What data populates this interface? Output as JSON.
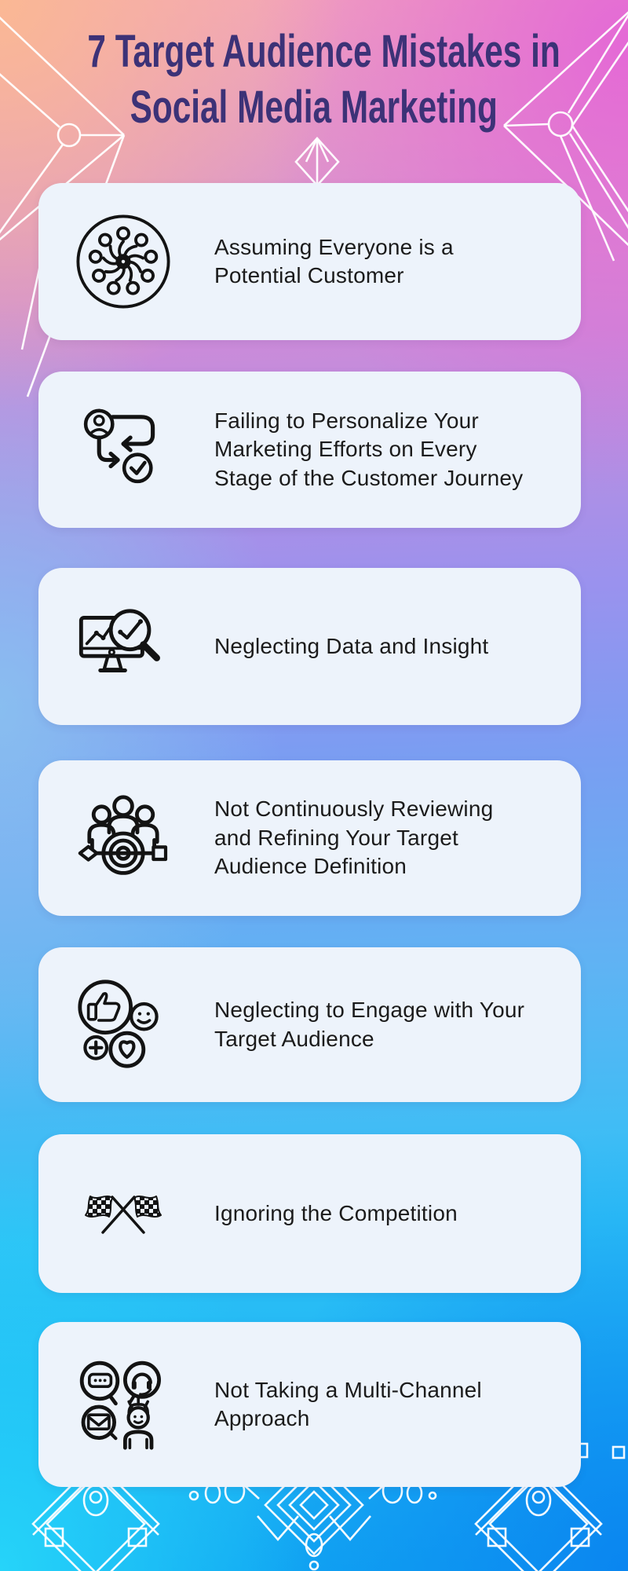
{
  "header": {
    "title_lines": [
      "7 Target Audience Mistakes in",
      "Social Media Marketing"
    ],
    "title_color": "#3c3277"
  },
  "cards": [
    {
      "icon": "community-people-circle-icon",
      "lines": [
        "Assuming Everyone is a",
        "Potential Customer"
      ]
    },
    {
      "icon": "customer-journey-flowchart-icon",
      "lines": [
        "Failing to Personalize Your",
        "Marketing Efforts on Every",
        "Stage of the Customer Journey"
      ]
    },
    {
      "icon": "analytics-monitor-magnifier-icon",
      "lines": [
        "Neglecting Data and Insight"
      ]
    },
    {
      "icon": "audience-target-dart-icon",
      "lines": [
        "Not Continuously Reviewing",
        "and Refining Your Target",
        "Audience Definition"
      ]
    },
    {
      "icon": "social-reactions-icon",
      "lines": [
        "Neglecting to Engage with Your",
        "Target Audience"
      ]
    },
    {
      "icon": "crossed-racing-flags-icon",
      "lines": [
        "Ignoring the Competition"
      ]
    },
    {
      "icon": "multichannel-communication-icon",
      "lines": [
        "Not Taking a Multi-Channel",
        "Approach"
      ]
    }
  ],
  "style": {
    "card_background": "#edf3fb",
    "card_text_color": "#1b1b1b",
    "icon_stroke": "#131313",
    "decor_line_color": "#ffffff",
    "background_gradient": {
      "top_left": "#fab894",
      "top": "#f2a4bc",
      "top_right": "#e366d7",
      "mid_left": "#89c4f0",
      "mid_right": "#7b9df2",
      "bottom_left": "#26d4f9",
      "bottom": "#10a5f2",
      "bottom_right": "#0a84f0"
    }
  }
}
